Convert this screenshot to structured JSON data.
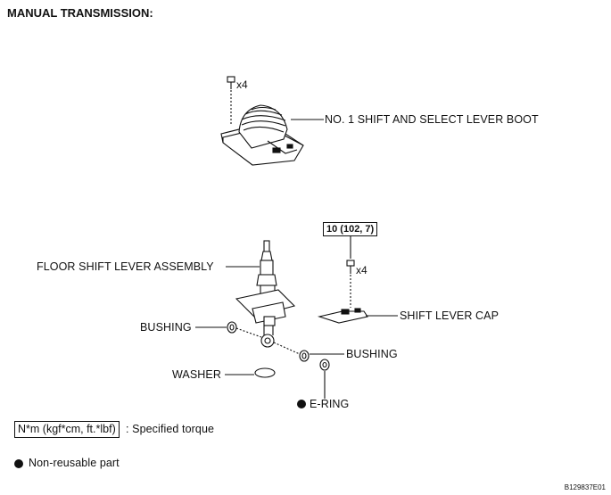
{
  "title": "MANUAL TRANSMISSION:",
  "parts": {
    "boot": "NO. 1 SHIFT AND SELECT LEVER BOOT",
    "boot_qty": "x4",
    "lever": "FLOOR SHIFT LEVER ASSEMBLY",
    "bushing_left": "BUSHING",
    "bushing_right": "BUSHING",
    "washer": "WASHER",
    "ering": "E-RING",
    "cap": "SHIFT LEVER CAP",
    "cap_qty": "x4",
    "cap_torque": "10 (102, 7)"
  },
  "legend": {
    "torque_unit": "N*m (kgf*cm, ft.*lbf)",
    "torque_text": ": Specified torque",
    "nonreusable_text": "Non-reusable part"
  },
  "figure_id": "B129837E01"
}
